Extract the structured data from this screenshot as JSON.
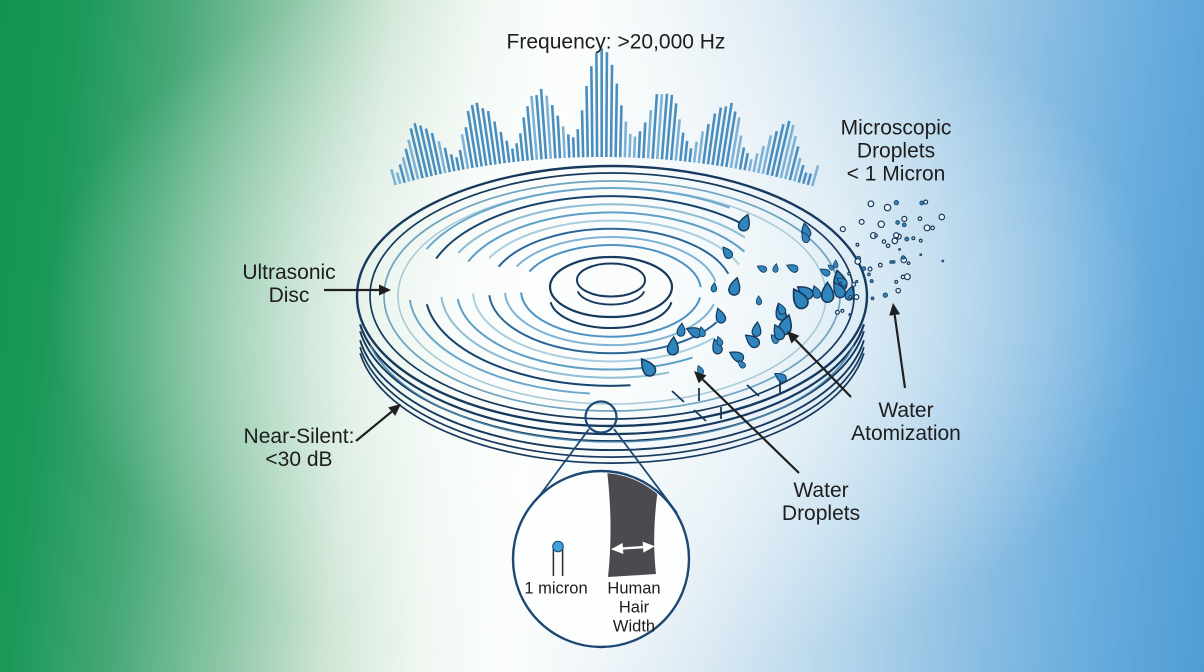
{
  "labels": {
    "frequency": "Frequency: >20,000 Hz",
    "ultrasonic_disc": {
      "line1": "Ultrasonic",
      "line2": "Disc"
    },
    "near_silent": {
      "line1": "Near-Silent:",
      "line2": "<30 dB"
    },
    "microscopic_droplets": {
      "line1": "Microscopic",
      "line2": "Droplets",
      "line3": "< 1 Micron"
    },
    "water_atomization": {
      "line1": "Water",
      "line2": "Atomization"
    },
    "water_droplets": {
      "line1": "Water",
      "line2": "Droplets"
    },
    "magnifier": {
      "micron": "1 micron",
      "hair": {
        "line1": "Human",
        "line2": "Hair",
        "line3": "Width"
      }
    }
  },
  "colors": {
    "background_green": "#119553",
    "background_blue": "#4f9dd5",
    "outline_navy": "#17395d",
    "magnifier_navy": "#1d4872",
    "bar_blue": "#4a8ec0",
    "bar_blue_light": "#7db2d6",
    "ripple_palette": [
      "#4e92c2",
      "#7fb3d6",
      "#2c6697",
      "#a9cede",
      "#5e9ec7",
      "#8fbdd2",
      "#17446e",
      "#69a7cc"
    ],
    "surface_ring_light": "#6ea4bd",
    "surface_ring_pale": "#a6c8d6",
    "droplet_fill": "#2f86bf",
    "dot_ring_fill": "#edf5fb",
    "arrow_ink": "#1f1f1f",
    "hair_gray": "#4b4b4f",
    "micron_dot_blue": "#41a0dc",
    "text_ink": "#1d1d1d",
    "paper": "#fbfdfd"
  }
}
